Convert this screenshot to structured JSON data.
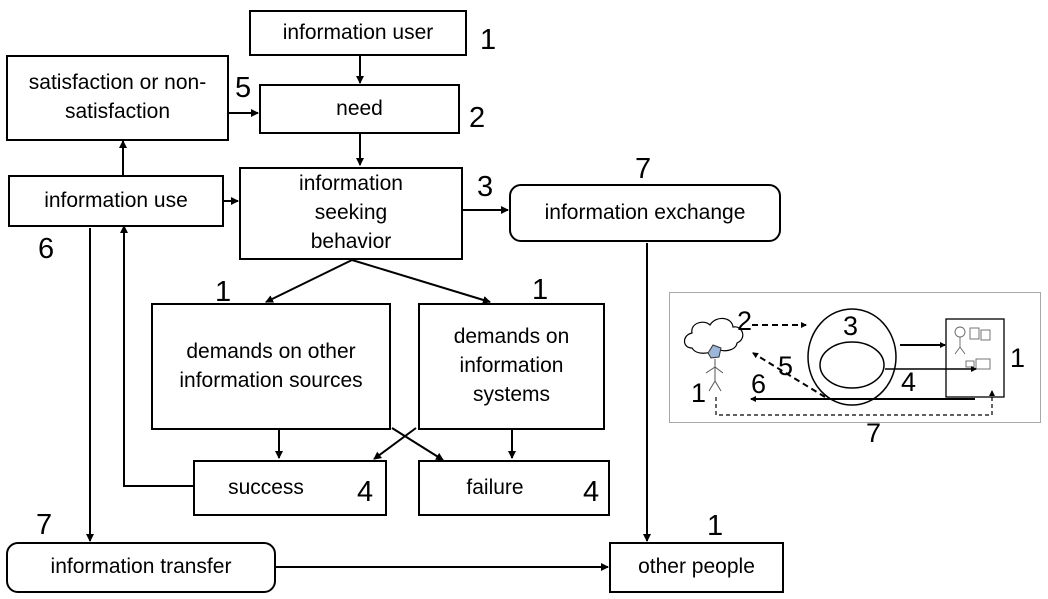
{
  "boxes": {
    "information_user": "information user",
    "need": "need",
    "satisfaction": "satisfaction or non-satisfaction",
    "information_use": "information use",
    "seeking_behavior": "information seeking behavior",
    "information_exchange": "information exchange",
    "demands_other_sources": "demands on other information sources",
    "demands_systems": "demands on information systems",
    "success": "success",
    "failure": "failure",
    "information_transfer": "information transfer",
    "other_people": "other people"
  },
  "numbers": {
    "information_user": "1",
    "satisfaction": "5",
    "need": "2",
    "seeking_behavior": "3",
    "information_exchange": "7",
    "information_use": "6",
    "demands_other_sources": "1",
    "demands_systems": "1",
    "success": "4",
    "failure": "4",
    "information_transfer": "7",
    "other_people": "1"
  },
  "inset": {
    "n2": "2",
    "n3": "3",
    "n1_right": "1",
    "n5": "5",
    "n4": "4",
    "n6": "6",
    "n1_left": "1",
    "n7": "7"
  }
}
